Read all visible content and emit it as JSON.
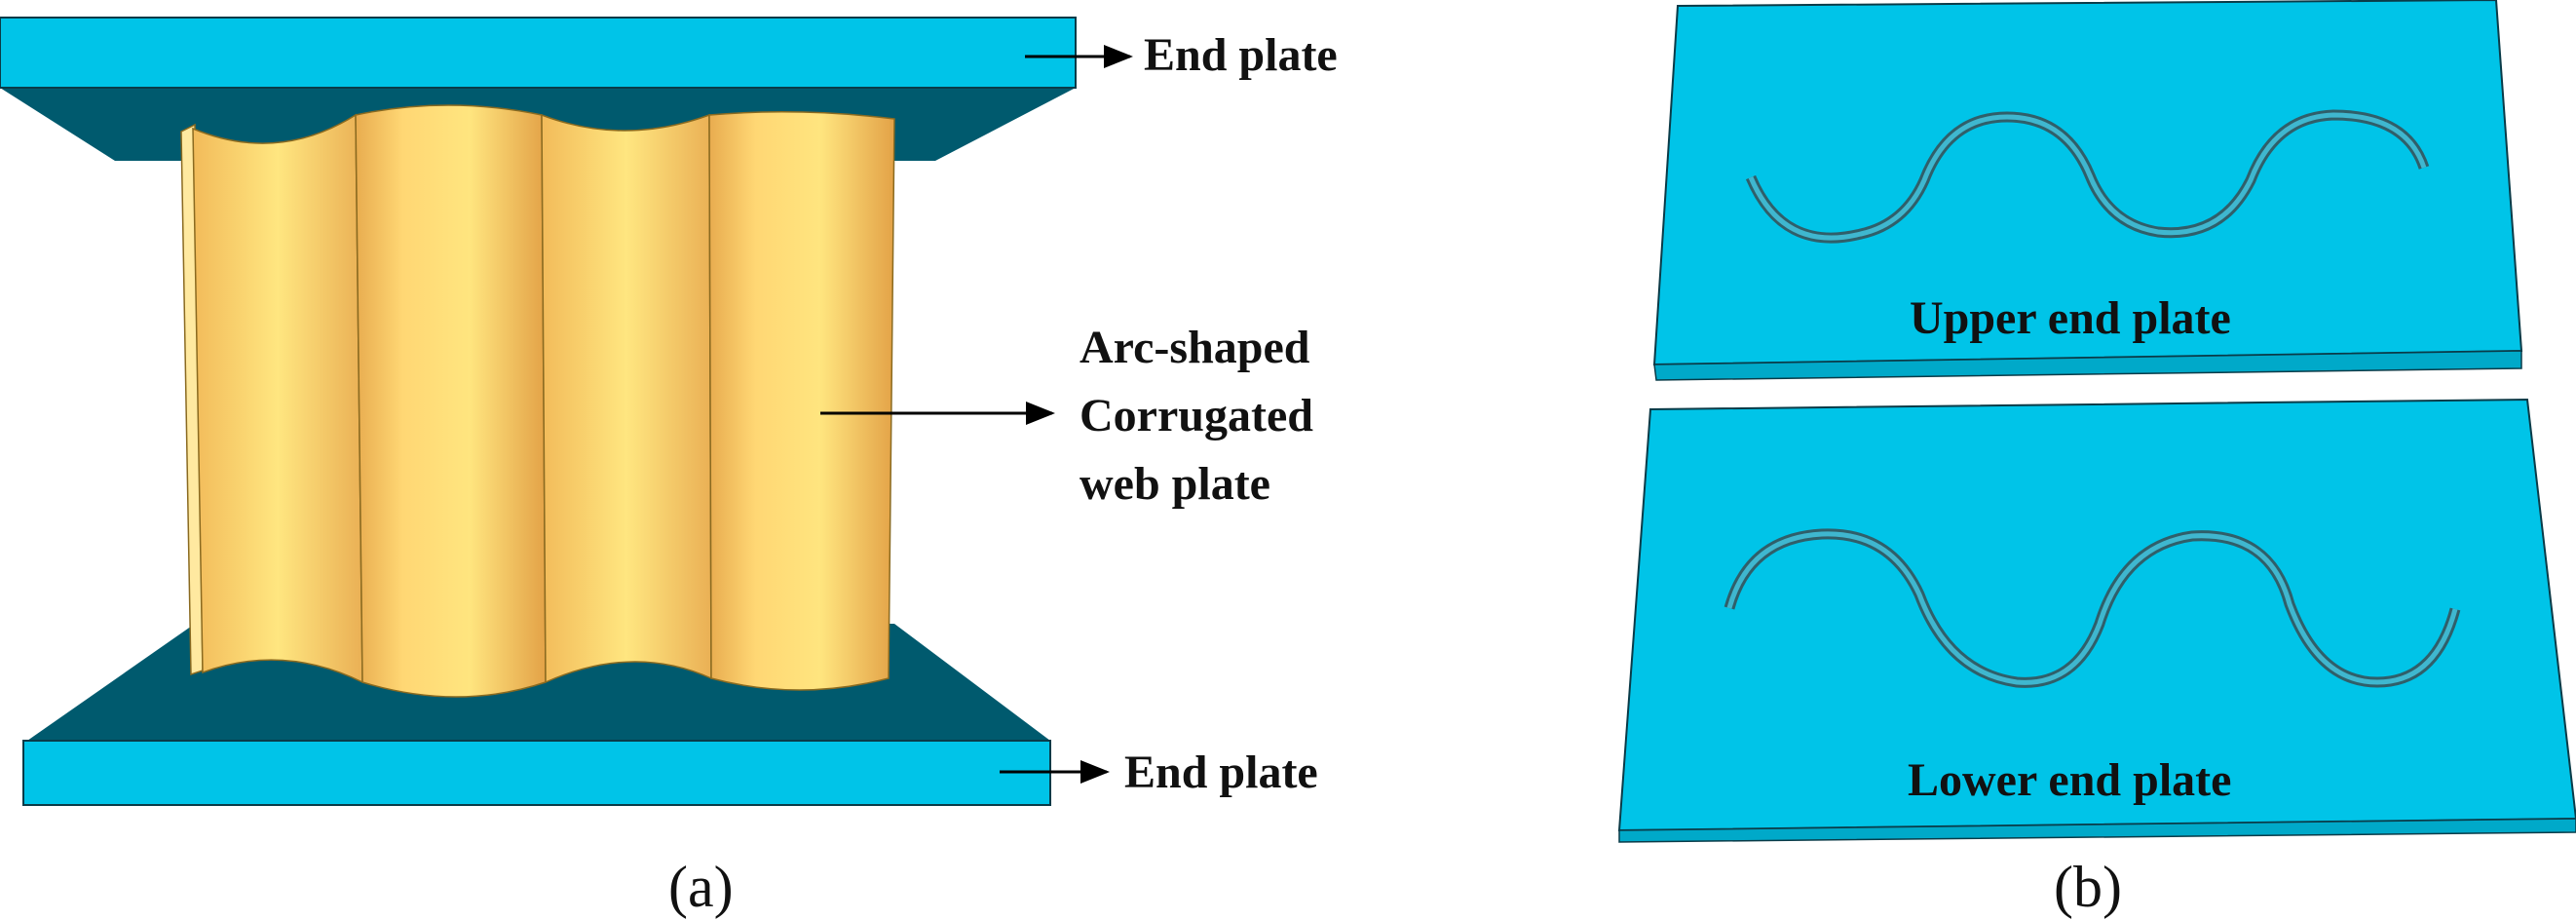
{
  "panel_a": {
    "caption": "(a)",
    "top_label": "End plate",
    "web_label_lines": [
      "Arc-shaped",
      "Corrugated",
      "web plate"
    ],
    "bottom_label": "End plate"
  },
  "panel_b": {
    "caption": "(b)",
    "upper_label": "Upper end plate",
    "lower_label": "Lower end plate"
  },
  "colors": {
    "plate_face": "#00c4e8",
    "plate_shadow": "#005a6e",
    "web_light": "#ffe47a",
    "web_dark": "#e6a94a",
    "groove": "#2f5f6a"
  }
}
